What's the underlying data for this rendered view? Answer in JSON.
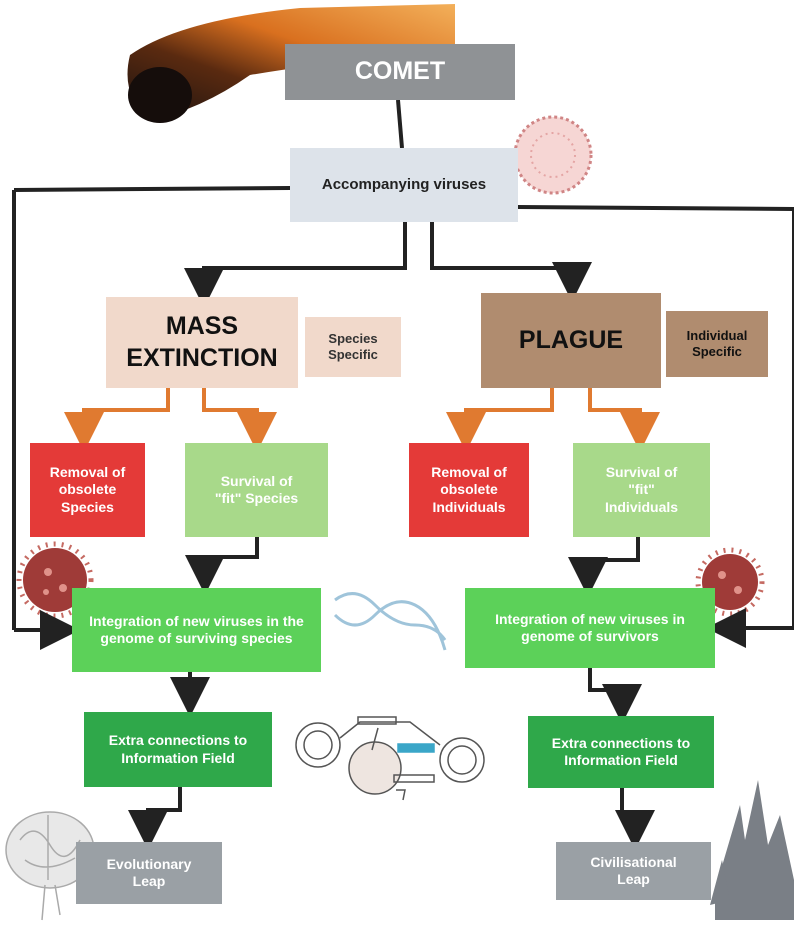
{
  "nodes": {
    "comet": "COMET",
    "viruses": "Accompanying viruses",
    "mass_extinction": "MASS EXTINCTION",
    "species_specific": "Species Specific",
    "plague": "PLAGUE",
    "individual_specific": "Individual Specific",
    "removal_species": "Removal of obsolete Species",
    "survival_species": "Survival of \"fit\" Species",
    "removal_individuals": "Removal of obsolete Individuals",
    "survival_individuals": "Survival of \"fit\" Individuals",
    "integration_species": "Integration of new viruses in the genome of surviving species",
    "integration_survivors": "Integration of new viruses in genome of survivors",
    "extra_left": "Extra connections to Information Field",
    "extra_right": "Extra connections to Information Field",
    "evolutionary_leap": "Evolutionary Leap",
    "civilisational_leap": "Civilisational Leap"
  },
  "colors": {
    "comet_box": "#8f9295",
    "viruses_box": "#dde3ea",
    "mass_extinction_box": "#f1d9cb",
    "plague_box": "#b08c6f",
    "removal": "#e43a38",
    "survival": "#a8d98a",
    "integration": "#5cd159",
    "extra": "#2fa84a",
    "leap": "#9aa0a5",
    "connector": "#222222",
    "orange_arrow": "#e07a30"
  }
}
